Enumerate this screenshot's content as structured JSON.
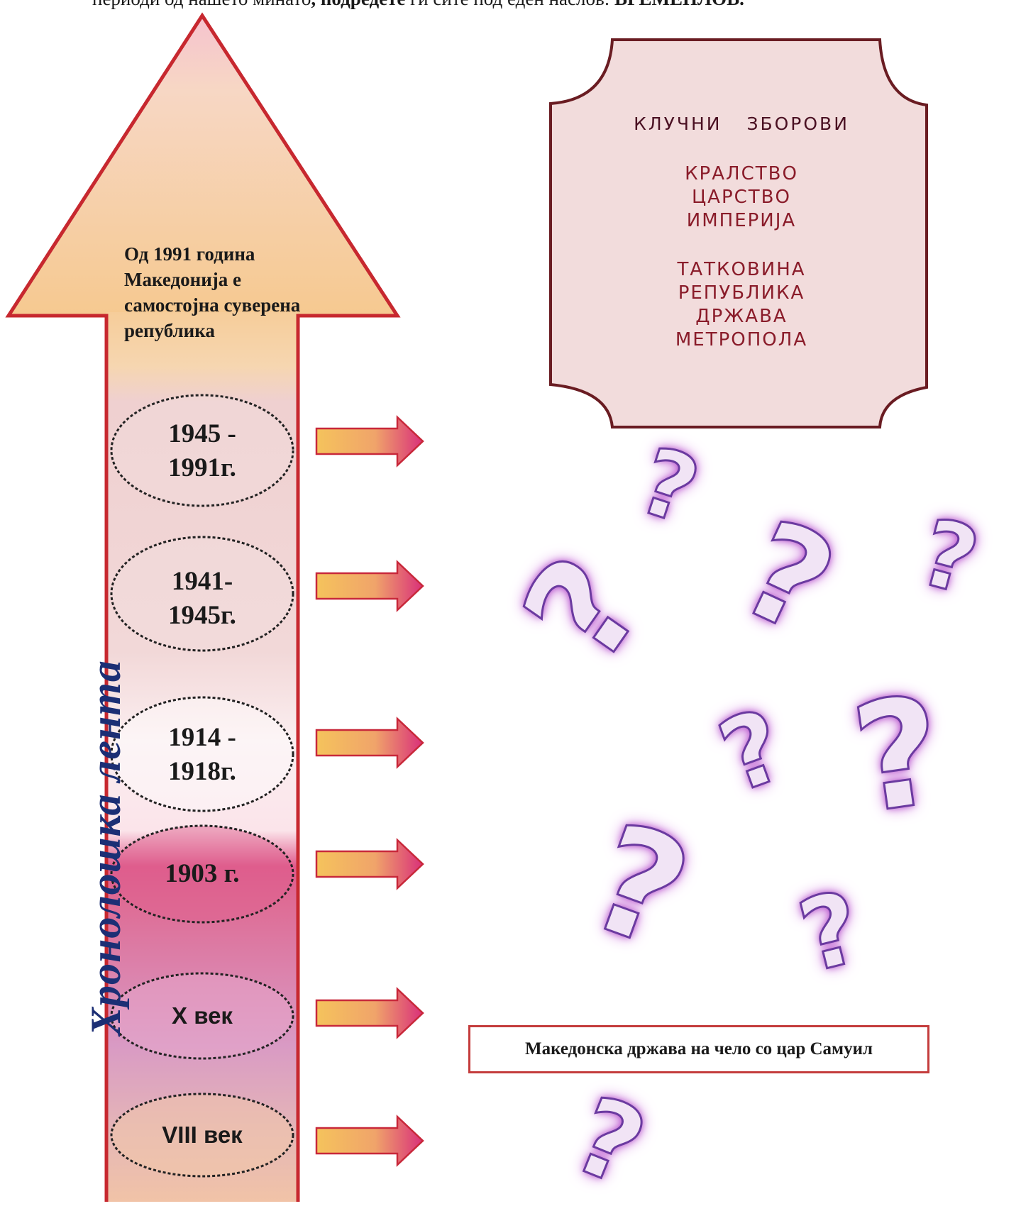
{
  "header": {
    "line_part1": "периоди од нашето минато",
    "line_part2": ", подредете",
    "line_part3": " ги сите под еден наслов: ",
    "line_part4": "ВРЕМЕПЛОВ."
  },
  "timeline": {
    "title": "Хронолошка лента",
    "present": "Од 1991 година Македонија е самостојна суверена република",
    "periods": [
      {
        "line1": "1945 -",
        "line2": "1991г."
      },
      {
        "line1": "1941-",
        "line2": "1945г."
      },
      {
        "line1": "1914 -",
        "line2": "1918г."
      },
      {
        "line1": "1903 г.",
        "line2": ""
      },
      {
        "line1": "X век",
        "line2": ""
      },
      {
        "line1": "VIII век",
        "line2": ""
      }
    ]
  },
  "keywords": {
    "heading": "КЛУЧНИ ЗБОРОВИ",
    "group1": [
      "КРАЛСТВО",
      "ЦАРСТВО",
      "ИМПЕРИЈА"
    ],
    "group2": [
      "ТАТКОВИНА",
      "РЕПУБЛИКА",
      "ДРЖАВА",
      "МЕТРОПОЛА"
    ]
  },
  "samuel_box": "Македонска држава на чело со цар Самуил",
  "question_mark": "?"
}
